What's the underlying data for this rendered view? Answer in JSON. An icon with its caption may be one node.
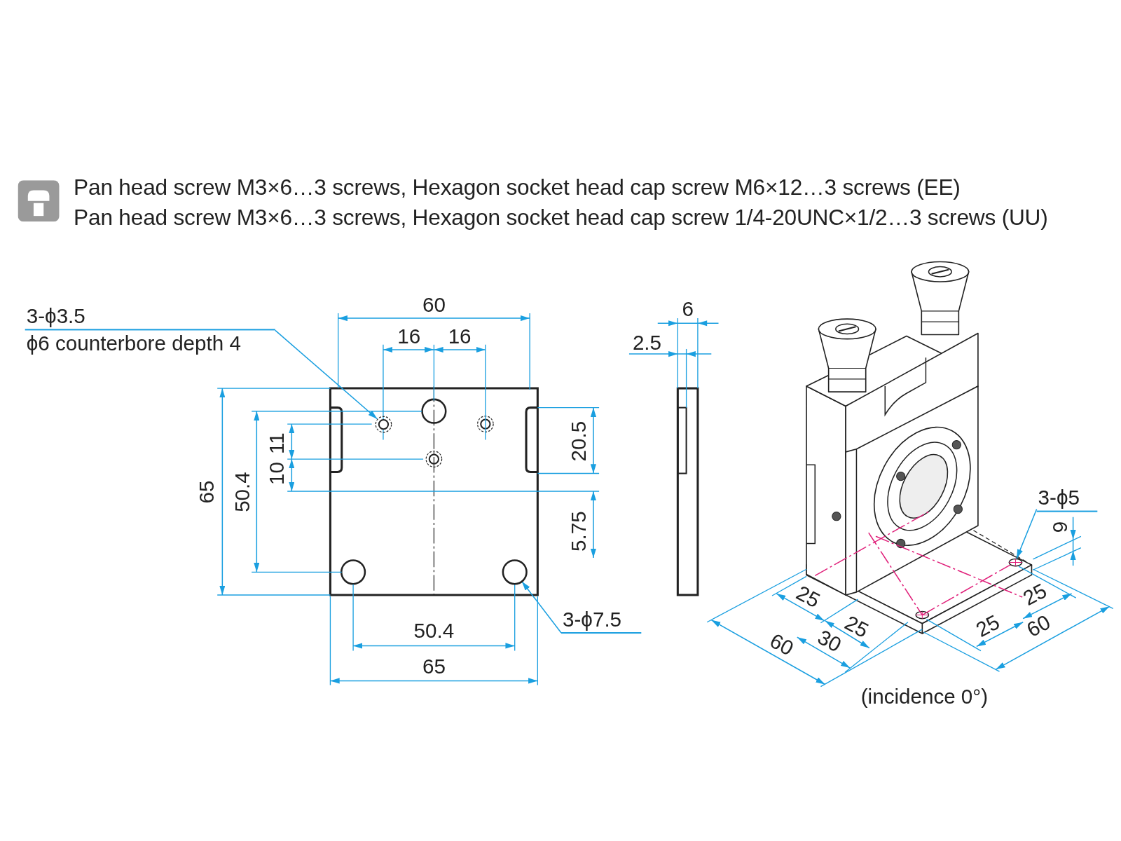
{
  "diagram": {
    "nodes": [
      {
        "text": [
          "3-ϕ3.5",
          "ϕ6 counterbore depth 4"
        ]
      },
      {
        "text": [],
        "shape": "circle"
      },
      {
        "text": [
          "3-ϕ7.5"
        ]
      },
      {
        "text": [],
        "shape": "circle"
      },
      {
        "text": [
          "3-ϕ5"
        ]
      },
      {
        "text": [],
        "shape": "circle"
      }
    ],
    "edges": [
      {
        "from": 0,
        "to": 1,
        "arrow": "to"
      },
      {
        "from": 2,
        "to": 3,
        "arrow": "to"
      },
      {
        "from": 4,
        "to": 5,
        "arrow": "to"
      }
    ],
    "labels": [
      "Pan head screw M3×6…3 screws, Hexagon socket head cap screw M6×12…3 screws (EE)",
      "Pan head screw M3×6…3 screws, Hexagon socket head cap screw 1/4-20UNC×1/2…3 screws (UU)",
      "60",
      "6",
      "16",
      "16",
      "2.5",
      "11",
      "20.5",
      "65",
      "50.4",
      "10",
      "6",
      "5.75",
      "25",
      "25",
      "25",
      "25",
      "50.4",
      "60",
      "30",
      "60",
      "65",
      "(incidence 0°)"
    ]
  }
}
